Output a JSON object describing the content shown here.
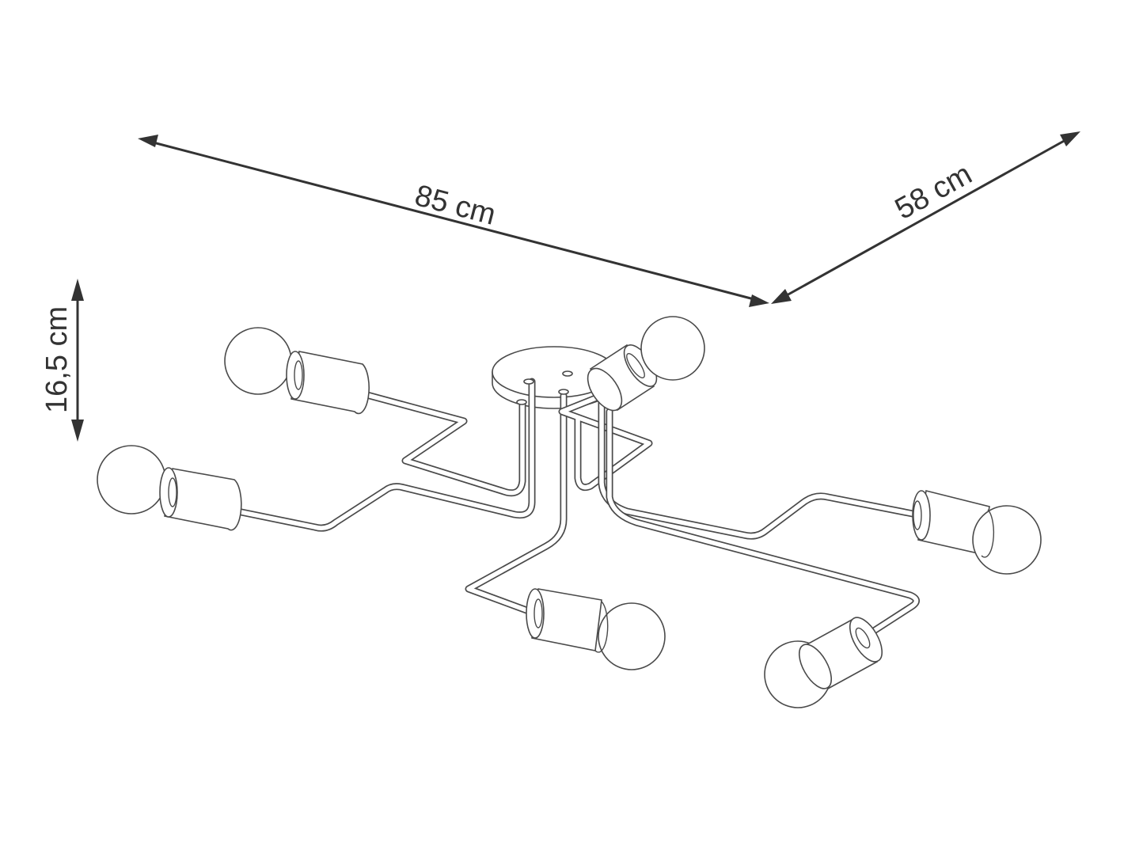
{
  "dimensions": {
    "width_label": "85 cm",
    "depth_label": "58 cm",
    "height_label": "16,5 cm"
  },
  "colors": {
    "dimension": "#333333",
    "outline": "#4a4a4a",
    "background": "#ffffff"
  }
}
